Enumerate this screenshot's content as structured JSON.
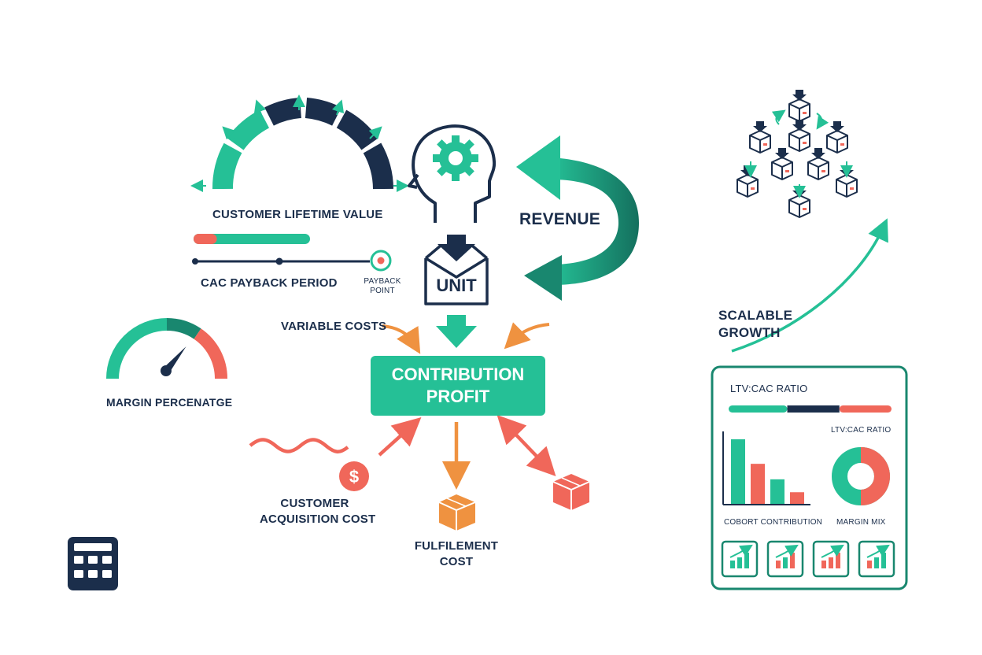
{
  "labels": {
    "customer_lifetime_value": "CUSTOMER LIFETIME VALUE",
    "cac_payback_period": "CAC PAYBACK PERIOD",
    "payback_point_line1": "PAYBACK",
    "payback_point_line2": "POINT",
    "revenue": "REVENUE",
    "unit": "UNIT",
    "variable_costs": "VARIABLE COSTS",
    "contribution_profit_line1": "CONTRIBUTION",
    "contribution_profit_line2": "PROFIT",
    "margin_percentage": "MARGIN PERCENATGE",
    "customer_acquisition_cost_line1": "CUSTOMER",
    "customer_acquisition_cost_line2": "ACQUISITION COST",
    "fulfilment_cost_line1": "FULFILEMENT",
    "fulfilment_cost_line2": "COST",
    "scalable_growth_line1": "SCALABLE",
    "scalable_growth_line2": "GROWTH"
  },
  "dashboard": {
    "title": "LTV:CAC RATIO",
    "donut_title": "LTV:CAC RATIO",
    "bar_chart_label": "COBORT CONTRIBUTION",
    "donut_label": "MARGIN MIX",
    "ratio_bar_fractions": [
      0.36,
      0.32,
      0.32
    ],
    "cohort_bar_values": [
      1.0,
      0.62,
      0.38,
      0.18
    ],
    "margin_mix_fraction": 0.5,
    "mini_tiles": 4
  },
  "gauges": {
    "margin_percentage_value": 0.72,
    "ltv_progress_fill": 0.2
  },
  "colors": {
    "navy": "#1b2e4b",
    "teal": "#25c096",
    "teal_dark": "#19876f",
    "coral": "#f0675a",
    "orange": "#ef9240",
    "white": "#ffffff"
  }
}
